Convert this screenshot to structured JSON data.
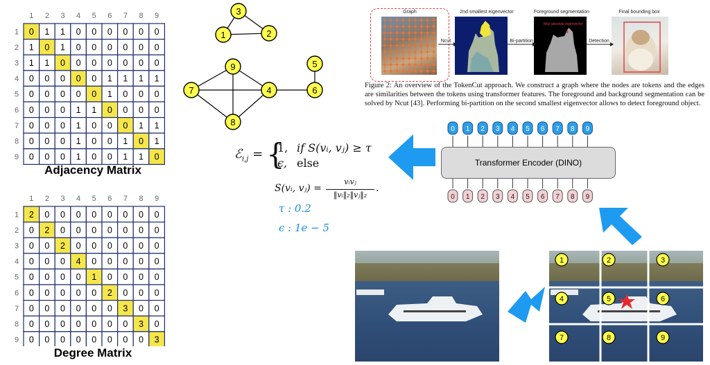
{
  "adjacency": {
    "title": "Adjacency Matrix",
    "col_labels": [
      "1",
      "2",
      "3",
      "4",
      "5",
      "6",
      "7",
      "8",
      "9"
    ],
    "row_labels": [
      "1",
      "2",
      "3",
      "4",
      "5",
      "6",
      "7",
      "8",
      "9"
    ],
    "rows": [
      [
        "0",
        "1",
        "1",
        "0",
        "0",
        "0",
        "0",
        "0",
        "0"
      ],
      [
        "1",
        "0",
        "1",
        "0",
        "0",
        "0",
        "0",
        "0",
        "0"
      ],
      [
        "1",
        "1",
        "0",
        "0",
        "0",
        "0",
        "0",
        "0",
        "0"
      ],
      [
        "0",
        "0",
        "0",
        "0",
        "0",
        "1",
        "1",
        "1",
        "1"
      ],
      [
        "0",
        "0",
        "0",
        "0",
        "0",
        "1",
        "0",
        "0",
        "0"
      ],
      [
        "0",
        "0",
        "0",
        "1",
        "1",
        "0",
        "0",
        "0",
        "0"
      ],
      [
        "0",
        "0",
        "0",
        "1",
        "0",
        "0",
        "0",
        "1",
        "1"
      ],
      [
        "0",
        "0",
        "0",
        "1",
        "0",
        "0",
        "1",
        "0",
        "1"
      ],
      [
        "0",
        "0",
        "0",
        "1",
        "0",
        "0",
        "1",
        "1",
        "0"
      ]
    ]
  },
  "degree": {
    "title": "Degree Matrix",
    "col_labels": [
      "1",
      "2",
      "3",
      "4",
      "5",
      "6",
      "7",
      "8",
      "9"
    ],
    "row_labels": [
      "1",
      "2",
      "3",
      "4",
      "5",
      "6",
      "7",
      "8",
      "9"
    ],
    "rows": [
      [
        "2",
        "0",
        "0",
        "0",
        "0",
        "0",
        "0",
        "0",
        "0"
      ],
      [
        "0",
        "2",
        "0",
        "0",
        "0",
        "0",
        "0",
        "0",
        "0"
      ],
      [
        "0",
        "0",
        "2",
        "0",
        "0",
        "0",
        "0",
        "0",
        "0"
      ],
      [
        "0",
        "0",
        "0",
        "4",
        "0",
        "0",
        "0",
        "0",
        "0"
      ],
      [
        "0",
        "0",
        "0",
        "0",
        "1",
        "0",
        "0",
        "0",
        "0"
      ],
      [
        "0",
        "0",
        "0",
        "0",
        "0",
        "2",
        "0",
        "0",
        "0"
      ],
      [
        "0",
        "0",
        "0",
        "0",
        "0",
        "0",
        "3",
        "0",
        "0"
      ],
      [
        "0",
        "0",
        "0",
        "0",
        "0",
        "0",
        "0",
        "3",
        "0"
      ],
      [
        "0",
        "0",
        "0",
        "0",
        "0",
        "0",
        "0",
        "0",
        "3"
      ]
    ]
  },
  "graph": {
    "nodes": [
      "1",
      "2",
      "3",
      "4",
      "5",
      "6",
      "7",
      "8",
      "9"
    ],
    "edges": [
      [
        "1",
        "2"
      ],
      [
        "1",
        "3"
      ],
      [
        "2",
        "3"
      ],
      [
        "4",
        "6"
      ],
      [
        "5",
        "6"
      ],
      [
        "4",
        "7"
      ],
      [
        "4",
        "8"
      ],
      [
        "4",
        "9"
      ],
      [
        "7",
        "8"
      ],
      [
        "7",
        "9"
      ],
      [
        "8",
        "9"
      ]
    ]
  },
  "figure": {
    "panel_labels": [
      "Graph",
      "2nd smallest eigenvector",
      "Foreground segmentation",
      "Final bounding box"
    ],
    "arrow_labels": [
      "Ncut",
      "Bi-partition",
      "Detection"
    ],
    "max_label": "Max absolute eigenvector",
    "caption": "Figure 2: An overview of the TokenCut approach. We construct a graph where the nodes are tokens and the edges are similarities between the tokens using transformer features. The foreground and background segmentation can be solved by Ncut [43]. Performing bi-partition on the second smallest eigenvector allows to detect foreground object."
  },
  "equations": {
    "edge_lhs": "ℰ",
    "edge_sub": "i,j",
    "case1_val": "1,",
    "case1_cond": "if S(vᵢ, vⱼ) ≥ τ",
    "case2_val": "ϵ,",
    "case2_cond": "else",
    "sim_lhs": "S(vᵢ, vⱼ) =",
    "sim_num": "vᵢvⱼ",
    "sim_den": "‖vᵢ‖₂‖vⱼ‖₂",
    "tau": "τ : 0.2",
    "eps": "ϵ : 1e − 5"
  },
  "transformer": {
    "label": "Transformer Encoder (DINO)",
    "out_tokens": [
      "0",
      "1",
      "2",
      "3",
      "4",
      "5",
      "6",
      "7",
      "8",
      "9"
    ],
    "in_tokens": [
      "0",
      "1",
      "2",
      "3",
      "4",
      "5",
      "6",
      "7",
      "8",
      "9"
    ]
  },
  "patch_labels": [
    "1",
    "2",
    "3",
    "4",
    "5",
    "6",
    "7",
    "8",
    "9"
  ],
  "colors": {
    "node": "#ffff4d",
    "highlight": "#f5e64a",
    "arrow": "#1e9bf0",
    "token_out": "#2e9ee6",
    "token_in": "#f2d0d4",
    "encoder": "#dcdcdc",
    "star": "#e8282e"
  }
}
